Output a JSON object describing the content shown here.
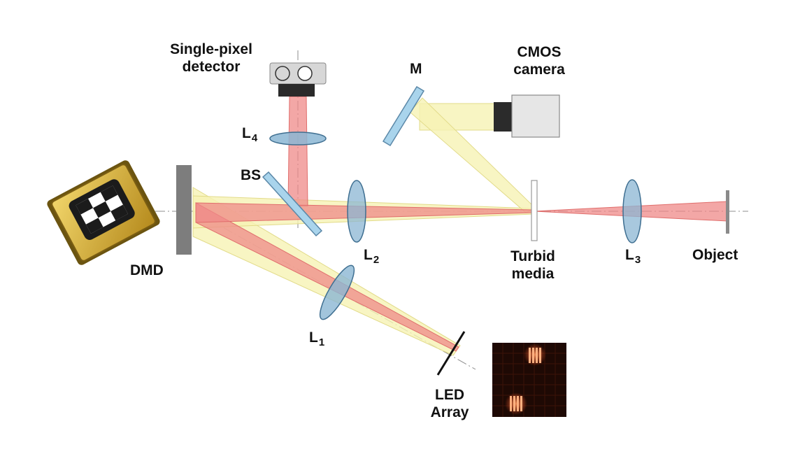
{
  "diagram": {
    "labels": {
      "single_pixel_detector": [
        "Single-pixel",
        "detector"
      ],
      "cmos_camera": [
        "CMOS",
        "camera"
      ],
      "mirror": "M",
      "lens4": {
        "base": "L",
        "sub": "4"
      },
      "beam_splitter": "BS",
      "lens2": {
        "base": "L",
        "sub": "2"
      },
      "lens1": {
        "base": "L",
        "sub": "1"
      },
      "lens3": {
        "base": "L",
        "sub": "3"
      },
      "dmd": "DMD",
      "turbid_media": [
        "Turbid",
        "media"
      ],
      "object": "Object",
      "led_array": [
        "LED",
        "Array"
      ]
    }
  },
  "colors": {
    "beam_yellow": "#f6f3b4",
    "beam_red": "#ef8a88",
    "lens_blue": "#8bb6d3",
    "lens_edge": "#3f6f91",
    "mirror_blue": "#a9d4ec",
    "dmd_gray": "#7d7d7d",
    "chip_gold": "#c9a227",
    "led_red": "#ff6030"
  }
}
